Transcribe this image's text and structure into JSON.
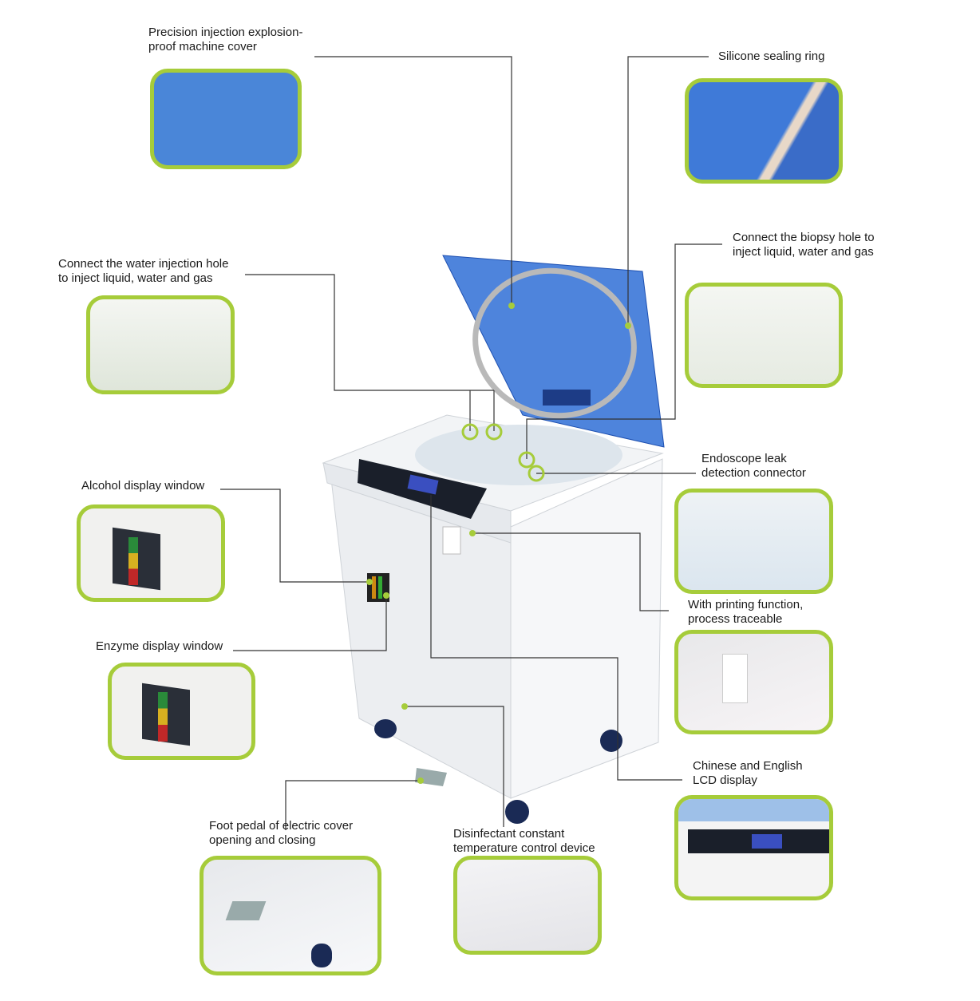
{
  "title": "Endoscope washer-disinfector feature diagram",
  "callouts": [
    {
      "id": "cover",
      "text": "Precision injection explosion-\nproof machine cover"
    },
    {
      "id": "seal",
      "text": "Silicone sealing ring"
    },
    {
      "id": "biopsy",
      "text": "Connect the biopsy hole to\ninject liquid, water and gas"
    },
    {
      "id": "water",
      "text": "Connect the water injection hole\nto inject liquid, water and gas"
    },
    {
      "id": "leak",
      "text": "Endoscope leak\ndetection connector"
    },
    {
      "id": "alcohol",
      "text": "Alcohol display window"
    },
    {
      "id": "printing",
      "text": "With printing function,\nprocess traceable"
    },
    {
      "id": "enzyme",
      "text": "Enzyme display window"
    },
    {
      "id": "lcd",
      "text": "Chinese and English\nLCD display"
    },
    {
      "id": "pedal",
      "text": "Foot pedal of electric cover\nopening and closing"
    },
    {
      "id": "heater",
      "text": "Disinfectant constant\ntemperature control device"
    }
  ],
  "colors": {
    "frame": "#a6cc3a",
    "lid": "#2f6fd6",
    "body": "#eef0f3",
    "line": "#333333"
  }
}
